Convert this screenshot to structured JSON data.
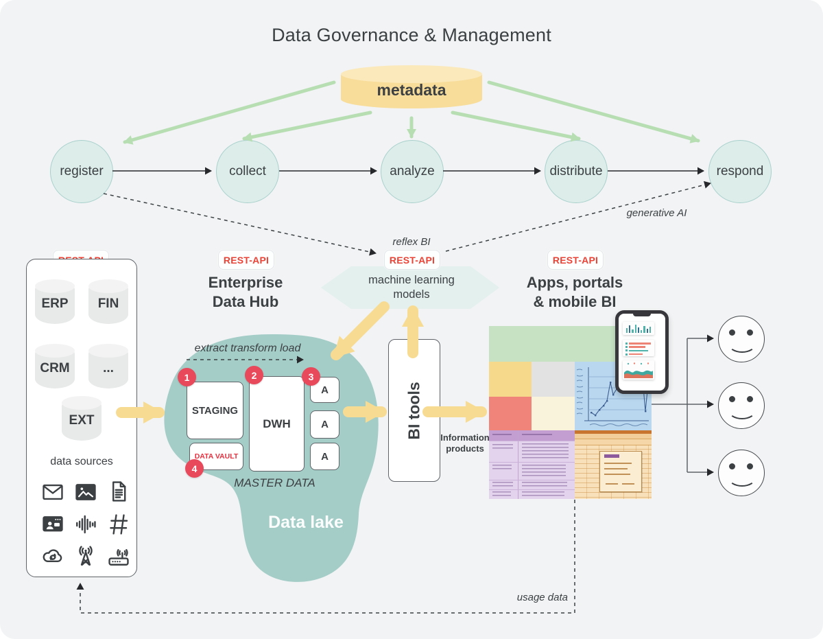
{
  "title": "Data Governance & Management",
  "metadata_store": {
    "label": "metadata"
  },
  "process": {
    "steps": [
      {
        "label": "register"
      },
      {
        "label": "collect"
      },
      {
        "label": "analyze"
      },
      {
        "label": "distribute"
      },
      {
        "label": "respond"
      }
    ]
  },
  "annotations": {
    "generative_ai": "generative AI",
    "reflex_bi": "reflex BI",
    "etl": "extract transform load",
    "master_data": "MASTER DATA",
    "usage_data": "usage data"
  },
  "rest_api": {
    "label": "REST-API"
  },
  "data_sources": {
    "label": "data sources",
    "systems": [
      "ERP",
      "FIN",
      "CRM",
      "...",
      "EXT"
    ],
    "icons": [
      "email",
      "image",
      "document",
      "video-call",
      "audio-wave",
      "hashtag",
      "cloud-sync",
      "radio-tower",
      "router"
    ]
  },
  "data_hub": {
    "title_lines": [
      "Enterprise",
      "Data Hub"
    ],
    "lake_label": "Data lake",
    "staging": "STAGING",
    "dwh": "DWH",
    "data_vault": "DATA VAULT",
    "marts": [
      "A",
      "A",
      "A"
    ],
    "step_badges": [
      "1",
      "2",
      "3",
      "4"
    ]
  },
  "ml_models": {
    "label_lines": [
      "machine learning",
      "models"
    ]
  },
  "bi_tools": {
    "label": "BI tools"
  },
  "information_products": {
    "label_lines": [
      "Information",
      "products"
    ]
  },
  "apps": {
    "title_lines": [
      "Apps, portals",
      "& mobile BI"
    ]
  },
  "colors": {
    "background": "#F1F3F4",
    "accent_red": "#EA4335",
    "badge_red": "#E8495B",
    "lake_teal": "#A5CDC8",
    "node_teal": "#DCEDEA",
    "arrow_yellow": "#F8DB92",
    "arrow_green": "#B7DEB3",
    "metadata_yellow": "#F8DC99",
    "text_dark": "#3C4043"
  }
}
